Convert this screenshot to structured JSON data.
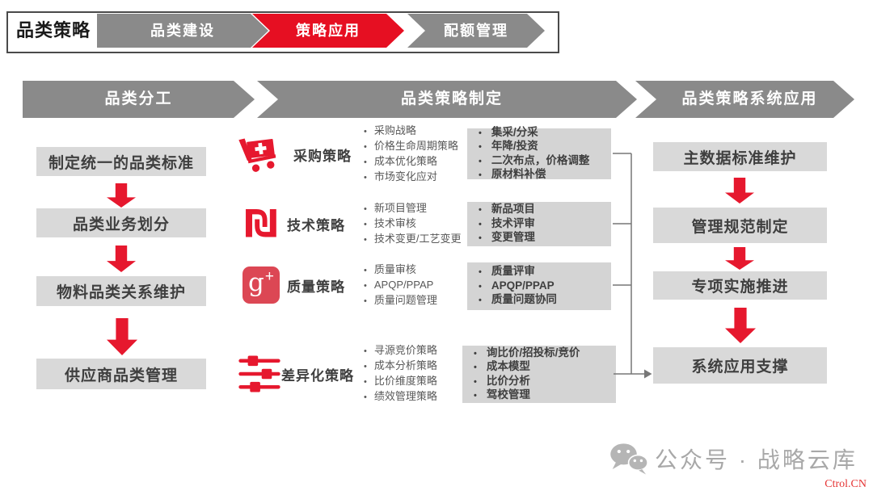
{
  "colors": {
    "accent_red": "#e6182e",
    "tab_red": "#e60f22",
    "arrow_gray": "#8a8a8a",
    "flow_box_gray": "#d9d9d9",
    "panel_gray": "#d4d4d4",
    "text_dark": "#3f3f3f",
    "connector_gray": "#777777",
    "footer_gray": "#a8a8a8",
    "watermark_red": "#e53333",
    "gplus_red": "#dc4754"
  },
  "top_bar": {
    "title": "品类策略",
    "tabs": [
      {
        "label": "品类建设",
        "active": false
      },
      {
        "label": "策略应用",
        "active": true
      },
      {
        "label": "配额管理",
        "active": false
      }
    ]
  },
  "section_headers": [
    {
      "label": "品类分工"
    },
    {
      "label": "品类策略制定"
    },
    {
      "label": "品类策略系统应用"
    }
  ],
  "left_flow": {
    "steps": [
      "制定统一的品类标准",
      "品类业务划分",
      "物料品类关系维护",
      "供应商品类管理"
    ]
  },
  "strategies": [
    {
      "icon": "cart-plus-icon",
      "label": "采购策略",
      "items": [
        "采购战略",
        "价格生命周期策略",
        "成本优化策略",
        "市场变化应对"
      ],
      "box_items": [
        "集采/分采",
        "年降/投资",
        "二次布点，价格调整",
        "原材料补偿"
      ]
    },
    {
      "icon": "shekel-icon",
      "label": "技术策略",
      "items": [
        "新项目管理",
        "技术审核",
        "技术变更/工艺变更"
      ],
      "box_items": [
        "新品项目",
        "技术评审",
        "变更管理"
      ]
    },
    {
      "icon": "google-plus-icon",
      "label": "质量策略",
      "items": [
        "质量审核",
        "APQP/PPAP",
        "质量问题管理"
      ],
      "box_items": [
        "质量评审",
        "APQP/PPAP",
        "质量问题协同"
      ]
    },
    {
      "icon": "sliders-icon",
      "label": "差异化策略",
      "items": [
        "寻源竞价策略",
        "成本分析策略",
        "比价维度策略",
        "绩效管理策略"
      ],
      "box_items": [
        "询比价/招投标/竞价",
        "成本模型",
        "比价分析",
        "驾校管理"
      ]
    }
  ],
  "right_flow": {
    "steps": [
      "主数据标准维护",
      "管理规范制定",
      "专项实施推进",
      "系统应用支撑"
    ]
  },
  "footer": {
    "wechat_label": "公众号 · 战略云库",
    "watermark": "Ctrol.CN"
  },
  "icons": {
    "gplus_g": "g",
    "gplus_plus": "+",
    "shekel_glyph": "₪"
  }
}
